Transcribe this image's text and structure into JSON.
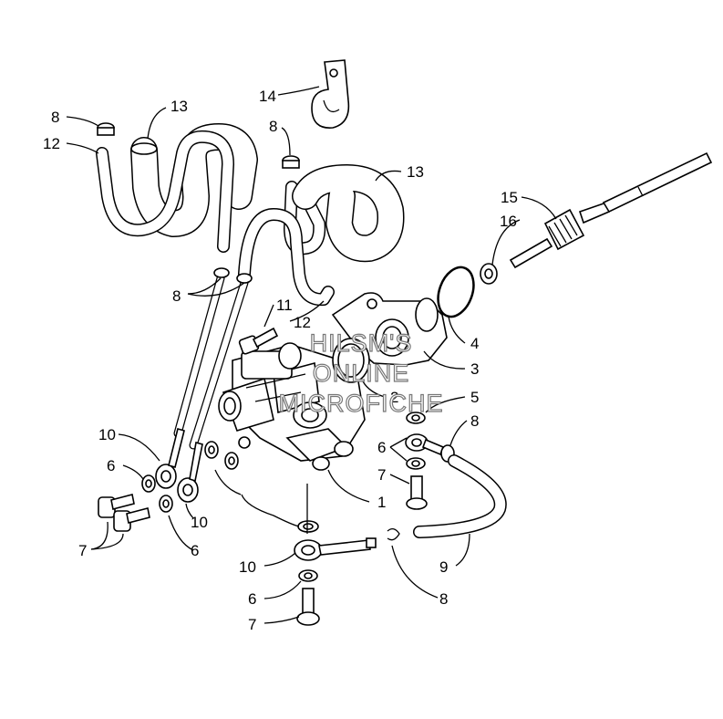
{
  "watermark": {
    "line1": "HILSM'S",
    "line2": "ONLINE",
    "line3": "MICROFICHE"
  },
  "callouts": [
    "14",
    "13",
    "8",
    "12",
    "13",
    "8",
    "15",
    "16",
    "8",
    "11",
    "12",
    "4",
    "3",
    "2",
    "5",
    "8",
    "10",
    "6",
    "6",
    "7",
    "1",
    "10",
    "7",
    "6",
    "10",
    "6",
    "9",
    "8",
    "7"
  ]
}
